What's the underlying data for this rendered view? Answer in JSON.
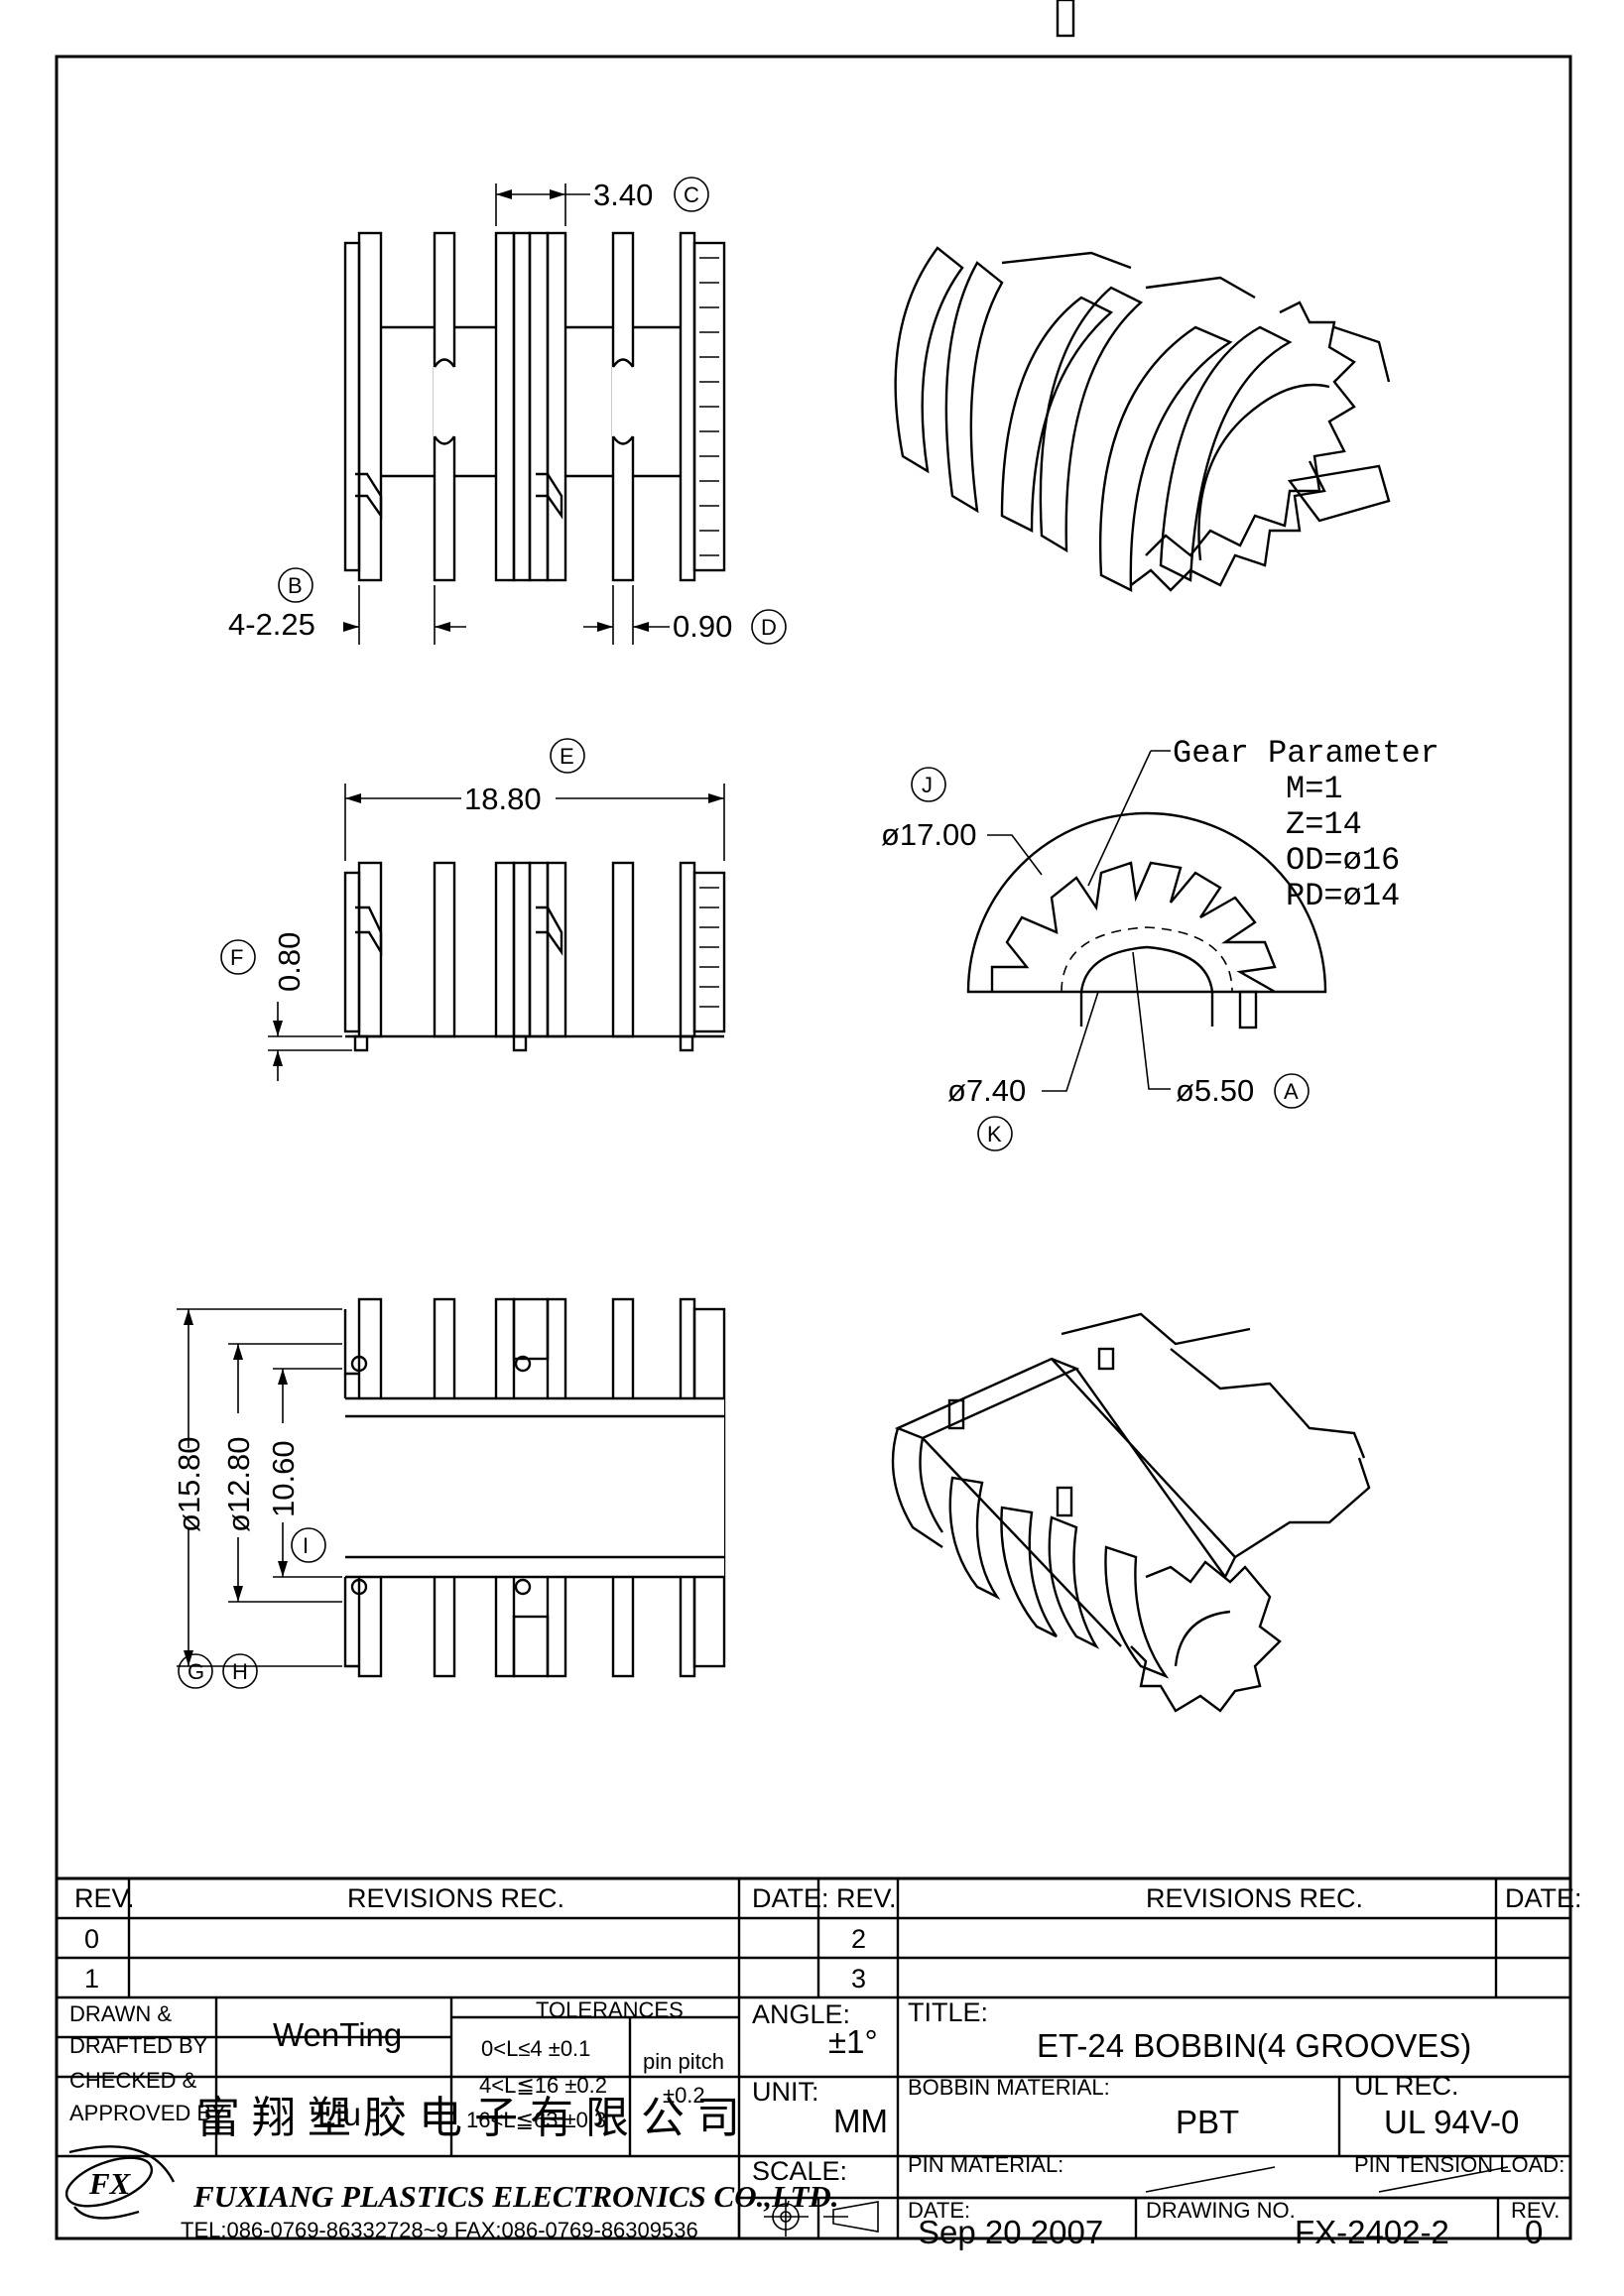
{
  "dimensions": {
    "c": "3.40",
    "b": "4-2.25",
    "d": "0.90",
    "e": "18.80",
    "f": "0.80",
    "j": "ø17.00",
    "k": "ø7.40",
    "a": "ø5.50",
    "d158": "ø15.80",
    "d128": "ø12.80",
    "d106": "10.60"
  },
  "callouts": {
    "A": "A",
    "B": "B",
    "C": "C",
    "D": "D",
    "E": "E",
    "F": "F",
    "G": "G",
    "H": "H",
    "I": "I",
    "J": "J",
    "K": "K"
  },
  "gear": {
    "title": "Gear Parameter",
    "m": "M=1",
    "z": "Z=14",
    "od": "OD=ø16",
    "pd": "PD=ø14"
  },
  "title_block": {
    "rev_header": "REV.",
    "revisions_header": "REVISIONS    REC.",
    "date_header": "DATE:",
    "rev_rows_left": [
      "0",
      "1"
    ],
    "rev_rows_right": [
      "2",
      "3"
    ],
    "drawn_label_1": "DRAWN  &",
    "drawn_label_2": "DRAFTED BY",
    "drawn_by": "WenTing",
    "checked_label_1": "CHECKED  &",
    "checked_label_2": "APPROVED  BY",
    "approved_by": "Liu",
    "tolerances_label": "TOLERANCES",
    "tol_1": "0<L≤4    ±0.1",
    "tol_2": "4<L≦16  ±0.2",
    "tol_3": "16<L≦63  ±0.3",
    "pin_pitch_label": "pin  pitch",
    "pin_pitch_value": "±0.2",
    "angle_label": "ANGLE:",
    "angle_value": "±1°",
    "unit_label": "UNIT:",
    "unit_value": "MM",
    "scale_label": "SCALE:",
    "title_label": "TITLE:",
    "title_value": "ET-24  BOBBIN(4  GROOVES)",
    "bobbin_material_label": "BOBBIN  MATERIAL:",
    "bobbin_material_value": "PBT",
    "ul_rec_label": "UL  REC.",
    "ul_rec_value": "UL  94V-0",
    "pin_material_label": "PIN  MATERIAL:",
    "pin_tension_label": "PIN  TENSION  LOAD:",
    "date_label": "DATE:",
    "date_value": "Sep  20  2007",
    "drawing_no_label": "DRAWING  NO.",
    "drawing_no_value": "FX-2402-2",
    "rev_label": "REV.",
    "rev_value": "0",
    "company_cn": "富翔塑胶电子有限公司",
    "company_en": "FUXIANG  PLASTICS  ELECTRONICS  CO.,LTD.",
    "company_contact": "TEL:086-0769-86332728~9   FAX:086-0769-86309536",
    "logo_text": "FX"
  }
}
